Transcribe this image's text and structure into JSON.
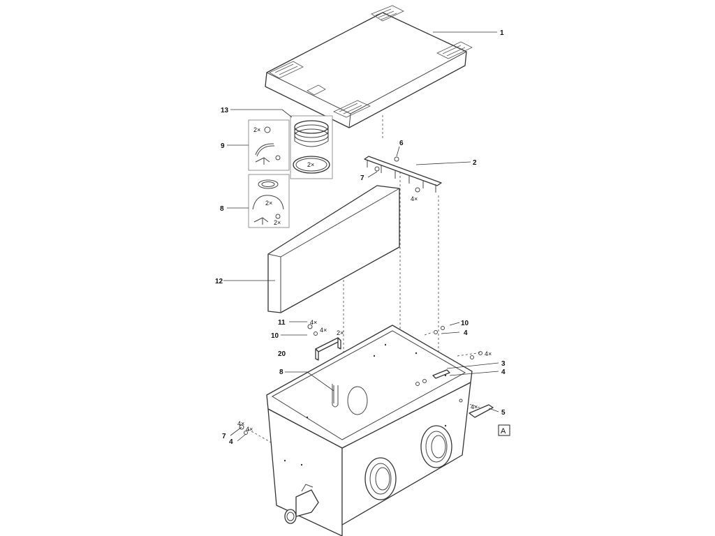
{
  "callouts": {
    "c1": "1",
    "c2": "2",
    "c3": "3",
    "c4a": "4",
    "c4b": "4",
    "c4c": "4",
    "c5": "5",
    "c6": "6",
    "c7a": "7",
    "c7b": "7",
    "c8a": "8",
    "c8b": "8",
    "c9": "9",
    "c10a": "10",
    "c10b": "10",
    "c11": "11",
    "c12": "12",
    "c13": "13",
    "c20": "20"
  },
  "quantities": {
    "q_kit9": "2×",
    "q_ring13": "2×",
    "q_kit8a": "2×",
    "q_kit8b": "2×",
    "q_bar2": "4×",
    "q_11": "4×",
    "q_10": "4×",
    "q_bracket": "2×",
    "q_right": "4×",
    "q_handle": "4×",
    "q_left1": "4×",
    "q_left2": "4×"
  },
  "view_label": "A"
}
